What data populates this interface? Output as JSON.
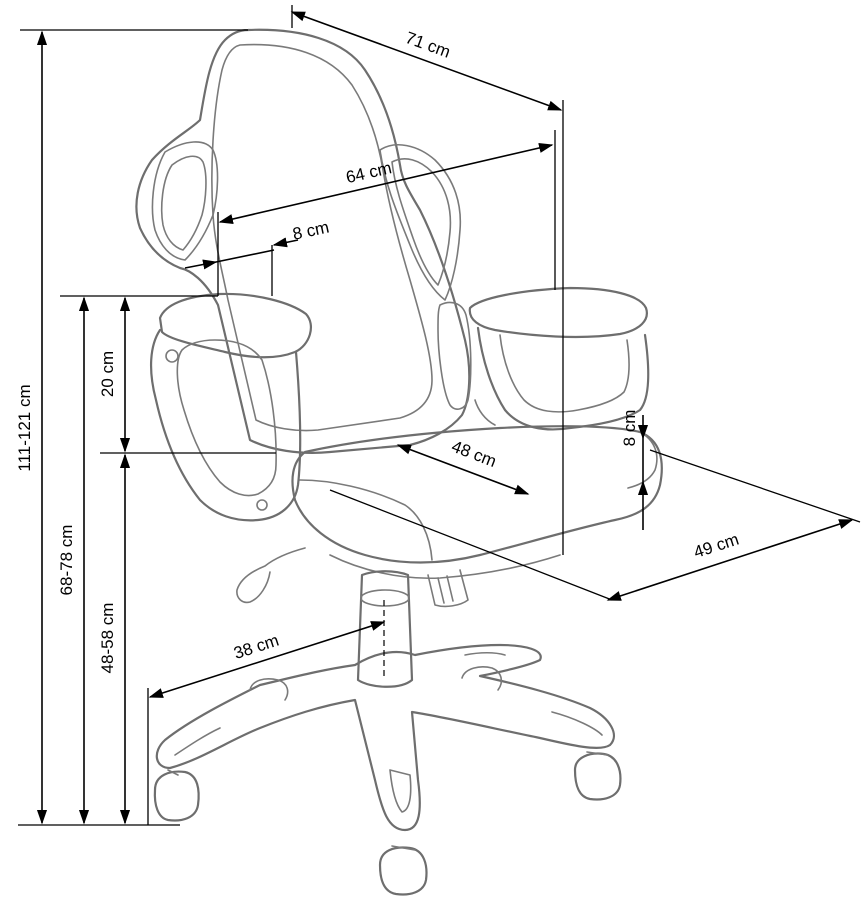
{
  "dimensions": {
    "total_height": "111-121 cm",
    "armrest_height": "68-78 cm",
    "seat_height": "48-58 cm",
    "back_above_arm": "20 cm",
    "overall_width": "71 cm",
    "backrest_width": "64 cm",
    "side_bolster": "8 cm",
    "seat_depth": "48 cm",
    "seat_cushion": "8 cm",
    "seat_width": "49 cm",
    "base_radius": "38 cm"
  }
}
